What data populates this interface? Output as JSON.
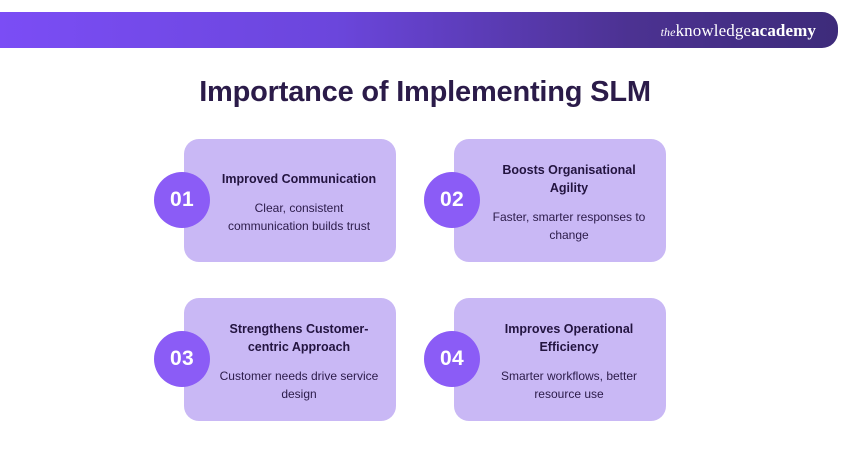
{
  "header": {
    "logo": {
      "the": "the",
      "knowledge": "knowledge",
      "academy": "academy"
    },
    "gradient_start": "#7B4DF5",
    "gradient_end": "#3D2B7A"
  },
  "title": "Importance of Implementing SLM",
  "colors": {
    "title_text": "#2B1B49",
    "card_background": "#C9B8F5",
    "badge_background": "#8B5CF6",
    "badge_text": "#FFFFFF",
    "page_background": "#FFFFFF"
  },
  "cards": [
    {
      "number": "01",
      "title": "Improved Communication",
      "description": "Clear, consistent communication builds trust"
    },
    {
      "number": "02",
      "title": "Boosts Organisational Agility",
      "description": "Faster, smarter responses to change"
    },
    {
      "number": "03",
      "title": "Strengthens Customer-centric Approach",
      "description": "Customer needs drive service design"
    },
    {
      "number": "04",
      "title": "Improves Operational Efficiency",
      "description": "Smarter workflows, better resource use"
    }
  ]
}
